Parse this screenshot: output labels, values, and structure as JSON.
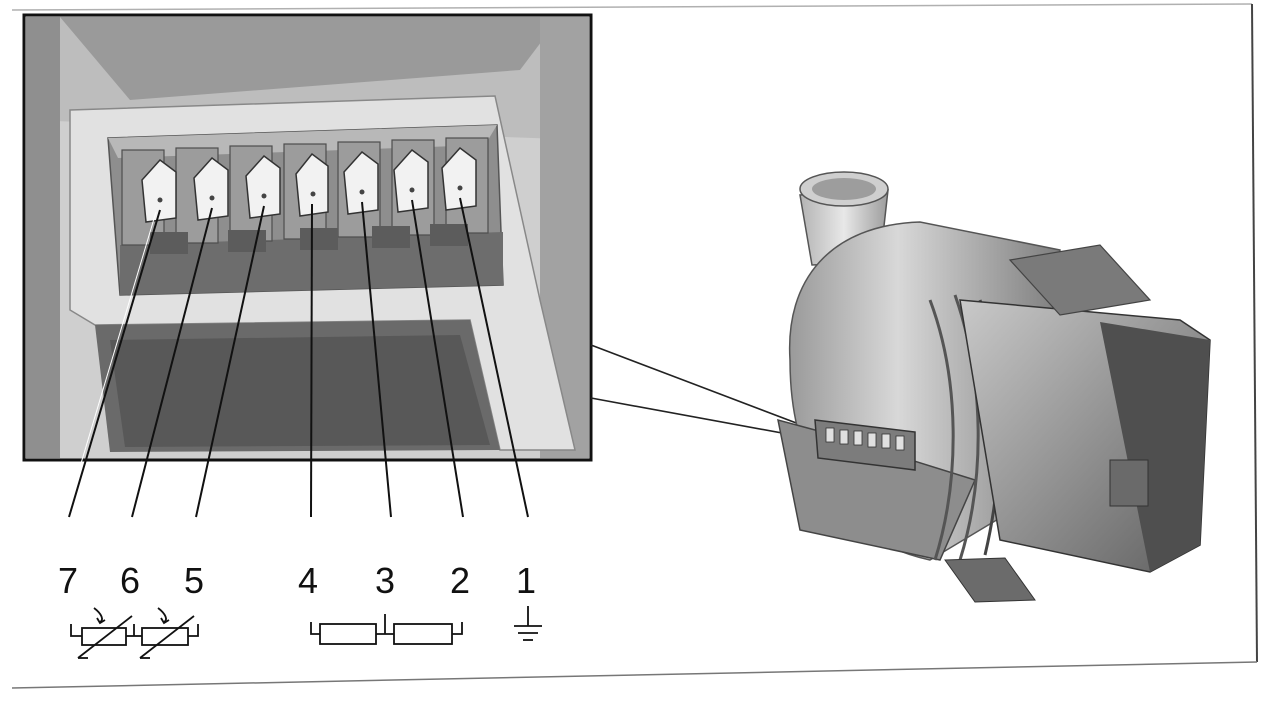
{
  "pin_labels": [
    "7",
    "6",
    "5",
    "4",
    "3",
    "2",
    "1"
  ],
  "symbols": {
    "thermistor_pair": "ntc-thermistor-icon",
    "heater_pair": "resistor-icon",
    "ground": "ground-icon"
  },
  "colors": {
    "frame": "#111111",
    "housing_light": "#d4d4d4",
    "housing_mid": "#a8a8a8",
    "housing_dark": "#6d6d6d",
    "line": "#222222"
  }
}
